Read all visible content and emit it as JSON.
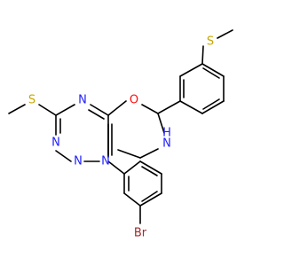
{
  "molecule": {
    "atoms": {
      "s_top": {
        "text": "S",
        "color": "#c8a800"
      },
      "o_ring": {
        "text": "O",
        "color": "#ff0d0d"
      },
      "n_top": {
        "text": "N",
        "color": "#2020ff"
      },
      "n_mid": {
        "text": "N",
        "color": "#2020ff"
      },
      "n_bot_left": {
        "text": "N",
        "color": "#2020ff"
      },
      "n_bot_right": {
        "text": "N",
        "color": "#2020ff"
      },
      "s_left": {
        "text": "S",
        "color": "#c8a800"
      },
      "nh": {
        "text": "H",
        "color": "#2020ff"
      },
      "nh_n": {
        "text": "N",
        "color": "#2020ff"
      },
      "br": {
        "text": "Br",
        "color": "#a52a2a"
      }
    },
    "bond_color": "#000000"
  }
}
